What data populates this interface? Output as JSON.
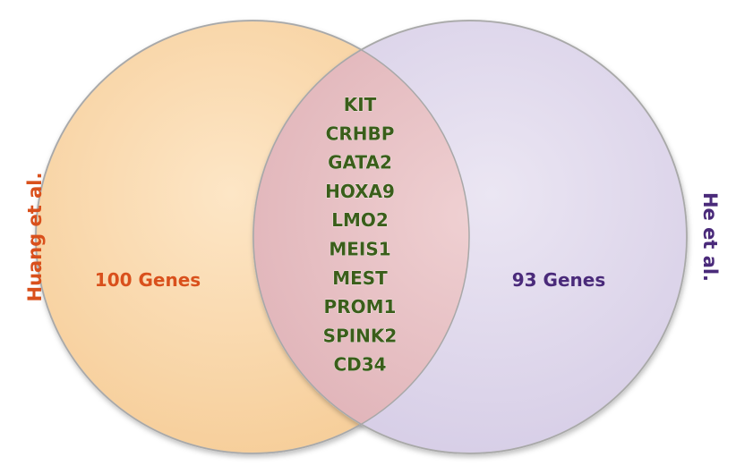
{
  "sets": {
    "left": {
      "name": "Huang et al.",
      "count_label": "100 Genes",
      "fill": "#f9d6a8",
      "stroke": "#c9c9c9"
    },
    "right": {
      "name": "He et al.",
      "count_label": "93 Genes",
      "fill": "#ddd6ea",
      "stroke": "#c9c9c9"
    },
    "overlap_fill": "#e8c3c6"
  },
  "shared_genes": [
    "KIT",
    "CRHBP",
    "GATA2",
    "HOXA9",
    "LMO2",
    "MEIS1",
    "MEST",
    "PROM1",
    "SPINK2",
    "CD34"
  ],
  "colors": {
    "gene_text": "#3b5e1a",
    "left_text": "#d9501c",
    "right_text": "#4a2a7a"
  }
}
